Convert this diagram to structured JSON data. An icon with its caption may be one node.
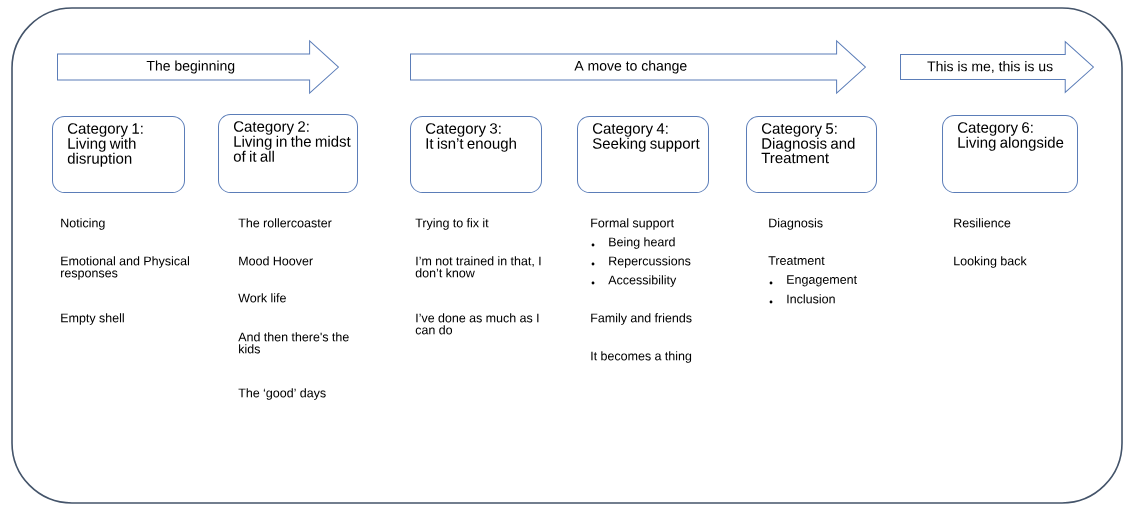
{
  "diagram": {
    "nodes": [
      {
        "text": [
          "The beginning"
        ]
      },
      {
        "text": [
          "A move to change"
        ]
      },
      {
        "text": [
          "This is me, this is us"
        ]
      },
      {
        "text": [
          "Category 1:",
          "Living with disruption"
        ],
        "beside": [
          "Noticing",
          "Emotional and Physical responses",
          "Empty shell"
        ]
      },
      {
        "text": [
          "Category 2:",
          "Living in the midst of it all"
        ],
        "beside": [
          "The rollercoaster",
          "Mood Hoover",
          "Work life",
          "And then there's the kids",
          "The ‘good’ days"
        ]
      },
      {
        "text": [
          "Category 3:",
          "It isn’t enough"
        ],
        "beside": [
          "Trying to fix it",
          "I’m not trained in that, I don’t know",
          "I’ve done as much as I can do"
        ]
      },
      {
        "text": [
          "Category 4:",
          "Seeking support"
        ],
        "beside": [
          "Formal support",
          "Being heard",
          "Repercussions",
          "Accessibility",
          "Family and friends",
          "It becomes a thing"
        ]
      },
      {
        "text": [
          "Category 5:",
          "Diagnosis and Treatment"
        ],
        "beside": [
          "Diagnosis",
          "Treatment",
          "Engagement",
          "Inclusion"
        ]
      },
      {
        "text": [
          "Category 6:",
          "Living alongside"
        ],
        "beside": [
          "Resilience",
          "Looking back"
        ]
      }
    ]
  }
}
